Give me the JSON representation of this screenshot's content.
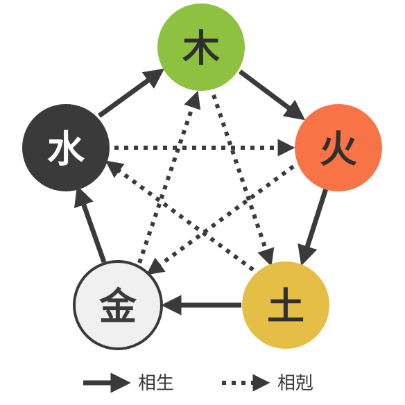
{
  "nodes": {
    "wood": {
      "label": "木",
      "fill": "#8dc13f",
      "text_color": "#2f2f2f"
    },
    "fire": {
      "label": "火",
      "fill": "#f87345",
      "text_color": "#2f2f2f"
    },
    "earth": {
      "label": "土",
      "fill": "#e5be45",
      "text_color": "#2f2f2f"
    },
    "metal": {
      "label": "金",
      "fill": "#f0f0f0",
      "text_color": "#3a3a3a",
      "stroke": "#3a3a3a"
    },
    "water": {
      "label": "水",
      "fill": "#3a3a3a",
      "text_color": "#ffffff"
    }
  },
  "legend": {
    "generating_label": "相生",
    "overcoming_label": "相剋"
  },
  "colors": {
    "arrow": "#3a3a3a"
  }
}
